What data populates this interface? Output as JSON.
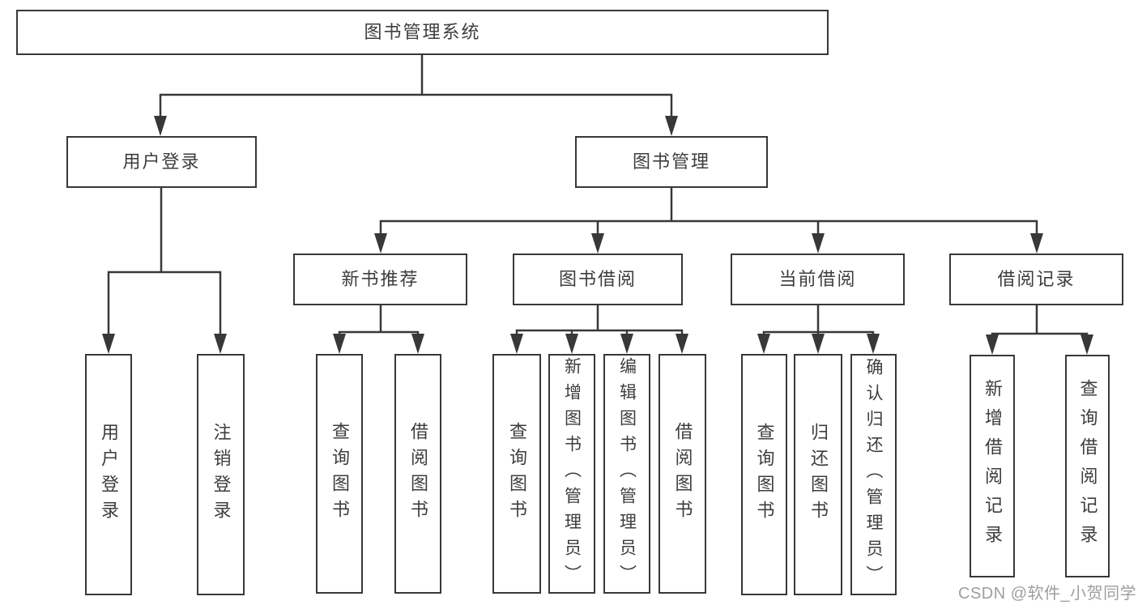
{
  "title": "图书管理系统",
  "nodes": {
    "root": "图书管理系统",
    "user_login": "用户登录",
    "book_mgmt": "图书管理",
    "new_books": "新书推荐",
    "book_borrow": "图书借阅",
    "current_borrow": "当前借阅",
    "borrow_records": "借阅记录"
  },
  "leaves": {
    "user_login": [
      "用户登录",
      "注销登录"
    ],
    "new_books": [
      "查询图书",
      "借阅图书"
    ],
    "book_borrow": [
      "查询图书",
      "新增图书（管理员）",
      "编辑图书（管理员）",
      "借阅图书"
    ],
    "current_borrow": [
      "查询图书",
      "归还图书",
      "确认归还（管理员）"
    ],
    "borrow_records": [
      "新增借阅记录",
      "查询借阅记录"
    ]
  },
  "watermark": "CSDN @软件_小贺同学",
  "colors": {
    "line": "#383838",
    "text": "#3d3d3d",
    "watermark": "#9e9e9e"
  }
}
